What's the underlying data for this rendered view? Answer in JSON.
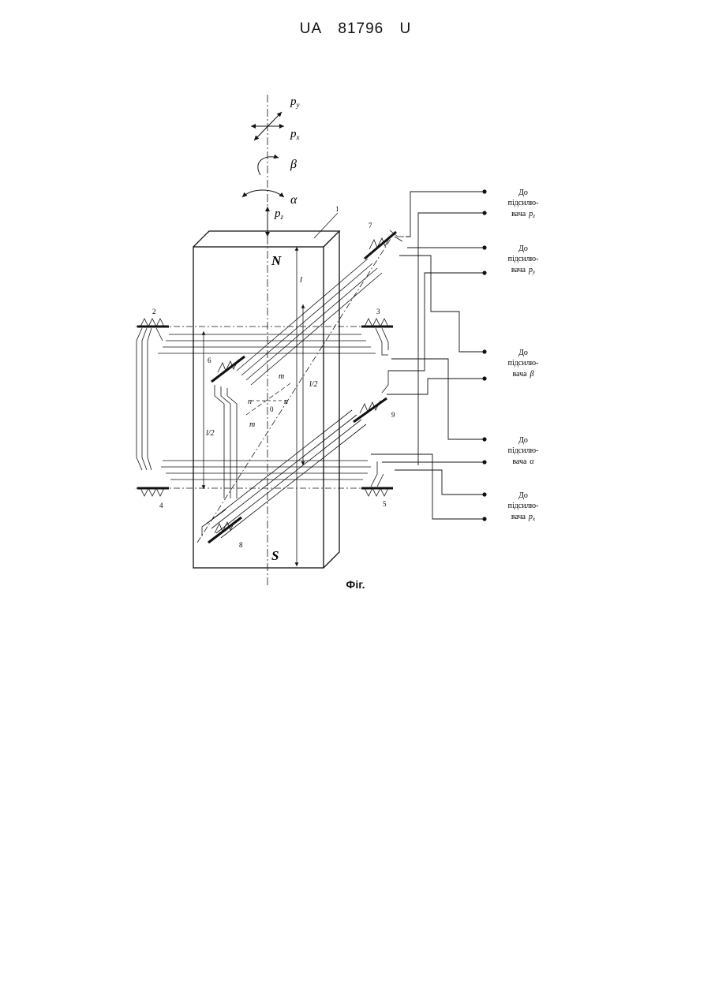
{
  "header": {
    "prefix": "UA",
    "number": "81796",
    "suffix": "U"
  },
  "caption": "Фіг.",
  "figure": {
    "motion_labels": {
      "py": "p",
      "py_sub": "y",
      "px": "p",
      "px_sub": "x",
      "beta": "β",
      "alpha": "α",
      "pz": "p",
      "pz_sub": "z"
    },
    "poles": {
      "north": "N",
      "south": "S"
    },
    "element_numbers": [
      "1",
      "2",
      "3",
      "4",
      "5",
      "6",
      "7",
      "8",
      "9"
    ],
    "dimension_labels": {
      "l": "l",
      "l_half_right": "l/2",
      "l_half_left": "l/2"
    },
    "center_labels": {
      "m_top": "m",
      "n_left": "n",
      "origin": "0",
      "n_right": "n",
      "m_bottom": "m"
    },
    "amplifier_lines": [
      "До",
      "підсилю-",
      "вача"
    ],
    "amplifiers": [
      {
        "id": "pz",
        "symbol": "p",
        "sub": "z"
      },
      {
        "id": "py",
        "symbol": "p",
        "sub": "y"
      },
      {
        "id": "beta",
        "symbol": "β",
        "sub": ""
      },
      {
        "id": "alpha",
        "symbol": "α",
        "sub": ""
      },
      {
        "id": "px",
        "symbol": "p",
        "sub": "x"
      }
    ]
  }
}
